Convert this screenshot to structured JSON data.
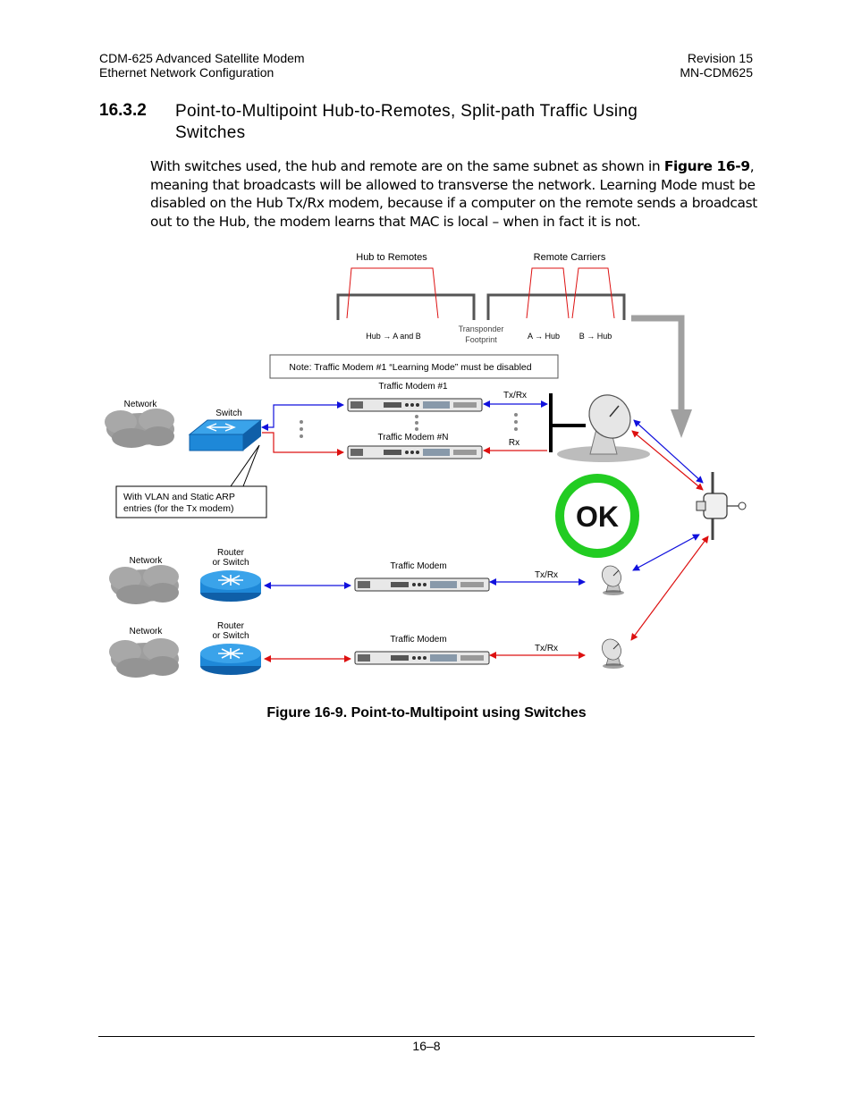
{
  "header": {
    "left_line1": "CDM-625 Advanced Satellite Modem",
    "left_line2": "Ethernet Network Configuration",
    "right_line1": "Revision 15",
    "right_line2": "MN-CDM625"
  },
  "section": {
    "number": "16.3.2",
    "title": "Point-to-Multipoint Hub-to-Remotes, Split-path Traffic Using Switches"
  },
  "body": {
    "text_before": "With switches used, the hub and remote are on the same subnet as shown in ",
    "figure_ref": "Figure 16-9",
    "text_after": ", meaning that broadcasts will be allowed to transverse the network. Learning Mode must be disabled on the Hub Tx/Rx modem, because if a computer on the remote sends a broadcast out to the Hub, the modem learns that MAC is local – when in fact it is not."
  },
  "figure": {
    "hub_to_remotes": "Hub to Remotes",
    "remote_carriers": "Remote Carriers",
    "hub_a_b": "Hub → A and B",
    "transponder_l1": "Transponder",
    "transponder_l2": "Footprint",
    "a_hub": "A → Hub",
    "b_hub": "B → Hub",
    "note": "Note: Traffic Modem #1 “Learning Mode” must be disabled",
    "network_1": "Network",
    "switch": "Switch",
    "modem_1": "Traffic Modem #1",
    "modem_n": "Traffic Modem #N",
    "txrx_hub": "Tx/Rx",
    "rx_hub": "Rx",
    "vlan_l1": "With VLAN and Static ARP",
    "vlan_l2": "entries (for the Tx modem)",
    "ok": "OK",
    "network_2": "Network",
    "router_2_l1": "Router",
    "router_2_l2": "or Switch",
    "modem_r1": "Traffic Modem",
    "txrx_r1": "Tx/Rx",
    "network_3": "Network",
    "router_3_l1": "Router",
    "router_3_l2": "or Switch",
    "modem_r2": "Traffic Modem",
    "txrx_r2": "Tx/Rx",
    "colors": {
      "blue": "#1010dd",
      "red": "#dd1010",
      "ok_green": "#22cc22",
      "switch_blue": "#1e88d8"
    }
  },
  "caption": "Figure 16-9. Point-to-Multipoint using Switches",
  "footer": {
    "page": "16–8"
  }
}
